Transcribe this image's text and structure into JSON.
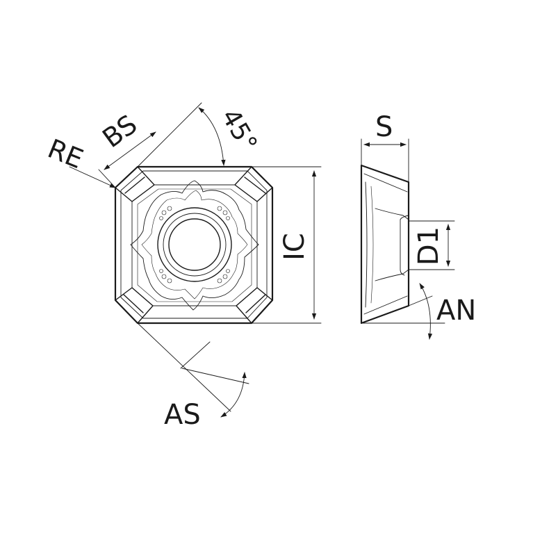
{
  "labels": {
    "re": "RE",
    "bs": "BS",
    "angle": "45°",
    "ic": "IC",
    "s": "S",
    "d1": "D1",
    "an": "AN",
    "as": "AS"
  },
  "colors": {
    "line": "#1a1a1a",
    "background": "#ffffff"
  }
}
